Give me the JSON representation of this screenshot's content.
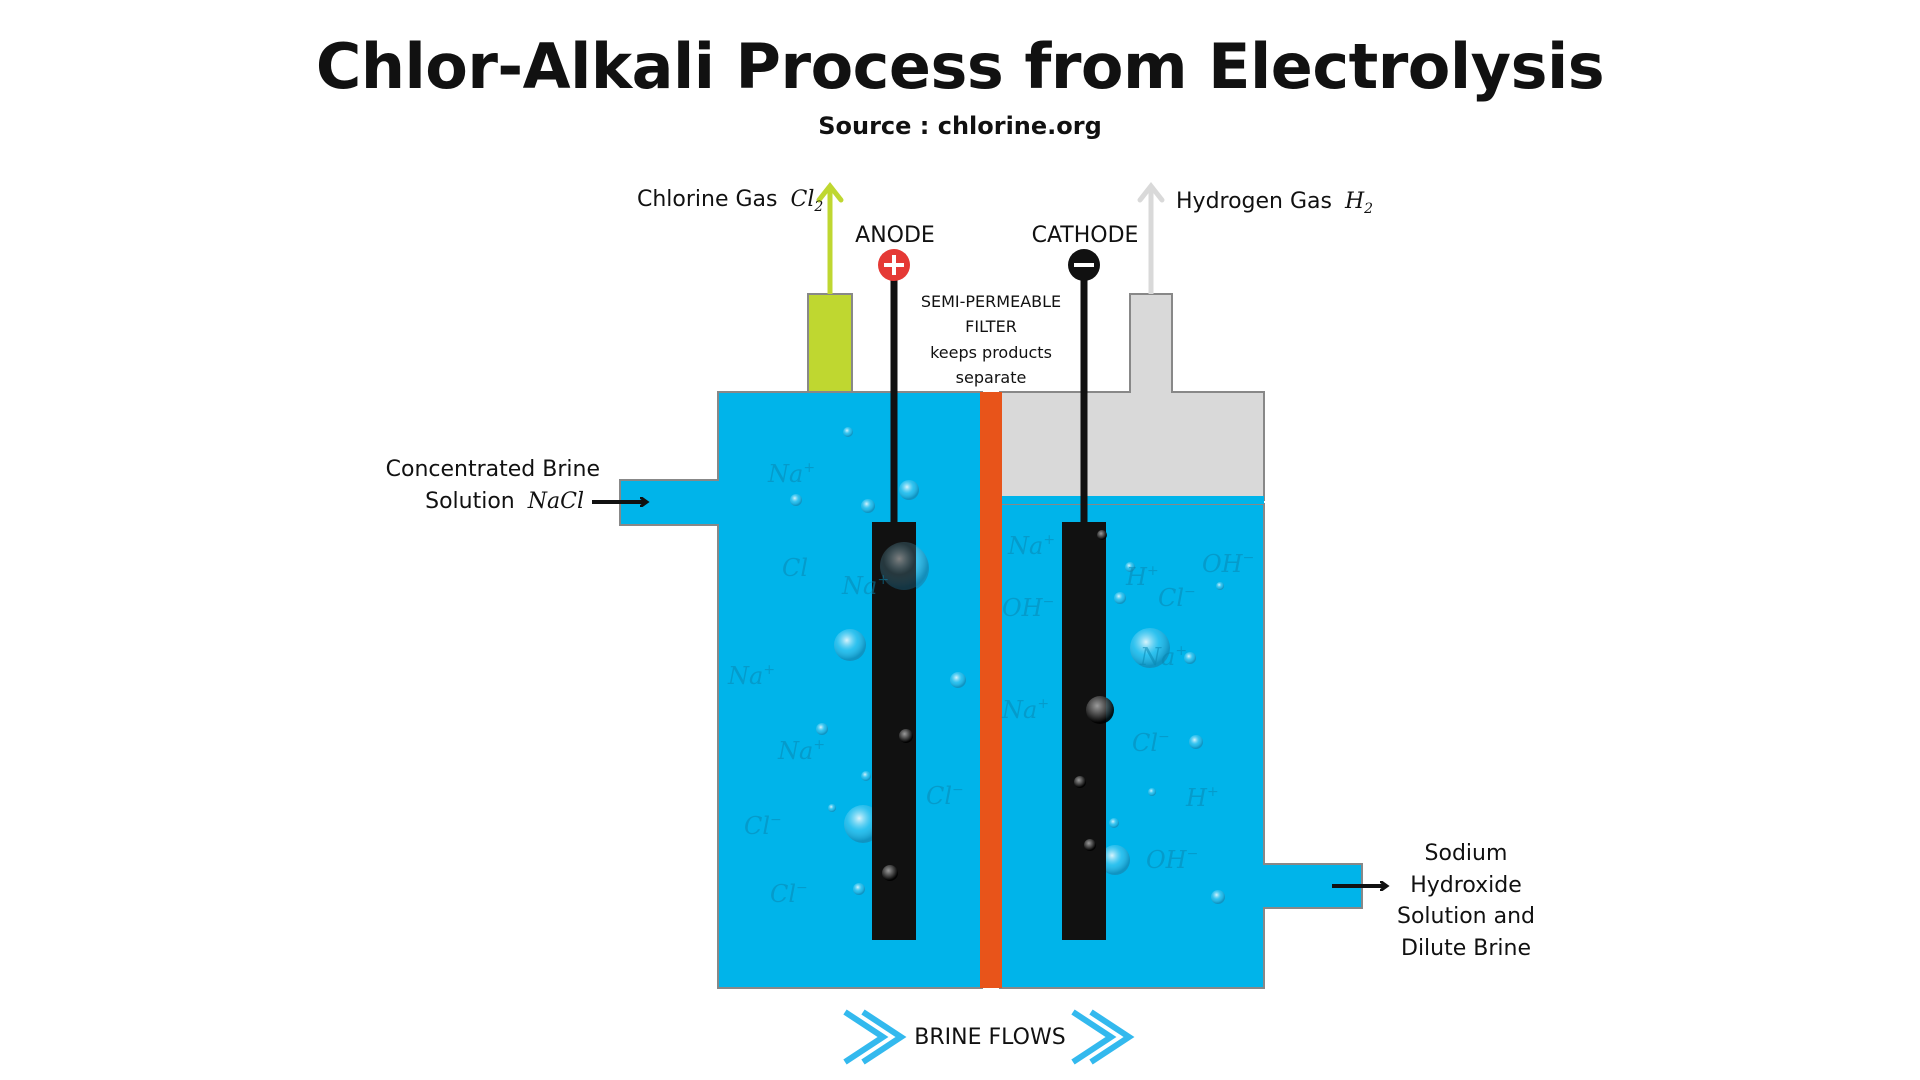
{
  "header": {
    "title": "Chlor-Alkali Process from Electrolysis",
    "subtitle": "Source : chlorine.org"
  },
  "labels": {
    "chlorine_gas": "Chlorine Gas",
    "chlorine_formula": "Cl",
    "chlorine_sub": "2",
    "hydrogen_gas": "Hydrogen Gas",
    "hydrogen_formula": "H",
    "hydrogen_sub": "2",
    "anode": "ANODE",
    "cathode": "CATHODE",
    "filter_line1": "SEMI-PERMEABLE",
    "filter_line2": "FILTER",
    "filter_line3": "keeps products",
    "filter_line4": "separate",
    "inlet_line1": "Concentrated Brine",
    "inlet_line2": "Solution",
    "inlet_formula": "NaCl",
    "outlet_line1": "Sodium",
    "outlet_line2": "Hydroxide",
    "outlet_line3": "Solution and",
    "outlet_line4": "Dilute Brine",
    "brine_flows": "BRINE FLOWS"
  },
  "ions_left": [
    {
      "base": "Na",
      "sup": "+"
    },
    {
      "base": "Cl",
      "sup": ""
    },
    {
      "base": "Na",
      "sup": "+"
    },
    {
      "base": "Na",
      "sup": "+"
    },
    {
      "base": "Na",
      "sup": "+"
    },
    {
      "base": "Cl",
      "sup": "−"
    },
    {
      "base": "Cl",
      "sup": "−"
    },
    {
      "base": "Cl",
      "sup": "−"
    }
  ],
  "ions_right": [
    {
      "base": "Na",
      "sup": "+"
    },
    {
      "base": "OH",
      "sup": "−"
    },
    {
      "base": "H",
      "sup": "+"
    },
    {
      "base": "OH",
      "sup": "−"
    },
    {
      "base": "Cl",
      "sup": "−"
    },
    {
      "base": "Na",
      "sup": "+"
    },
    {
      "base": "Na",
      "sup": "+"
    },
    {
      "base": "Cl",
      "sup": "−"
    },
    {
      "base": "H",
      "sup": "+"
    },
    {
      "base": "OH",
      "sup": "−"
    }
  ],
  "colors": {
    "solution": "#00b4ea",
    "gas_space": "#d9d9d9",
    "chlorine": "#bfd730",
    "filter": "#e8541a",
    "electrode": "#111111",
    "anode_terminal": "#e53935",
    "cathode_terminal": "#111111",
    "hydrogen_arrow": "#d9d9d9",
    "chevron": "#33b9ee"
  },
  "icons": {
    "anode_terminal": "plus-circle-icon",
    "cathode_terminal": "minus-circle-icon",
    "flow": "double-chevron-right-icon"
  }
}
